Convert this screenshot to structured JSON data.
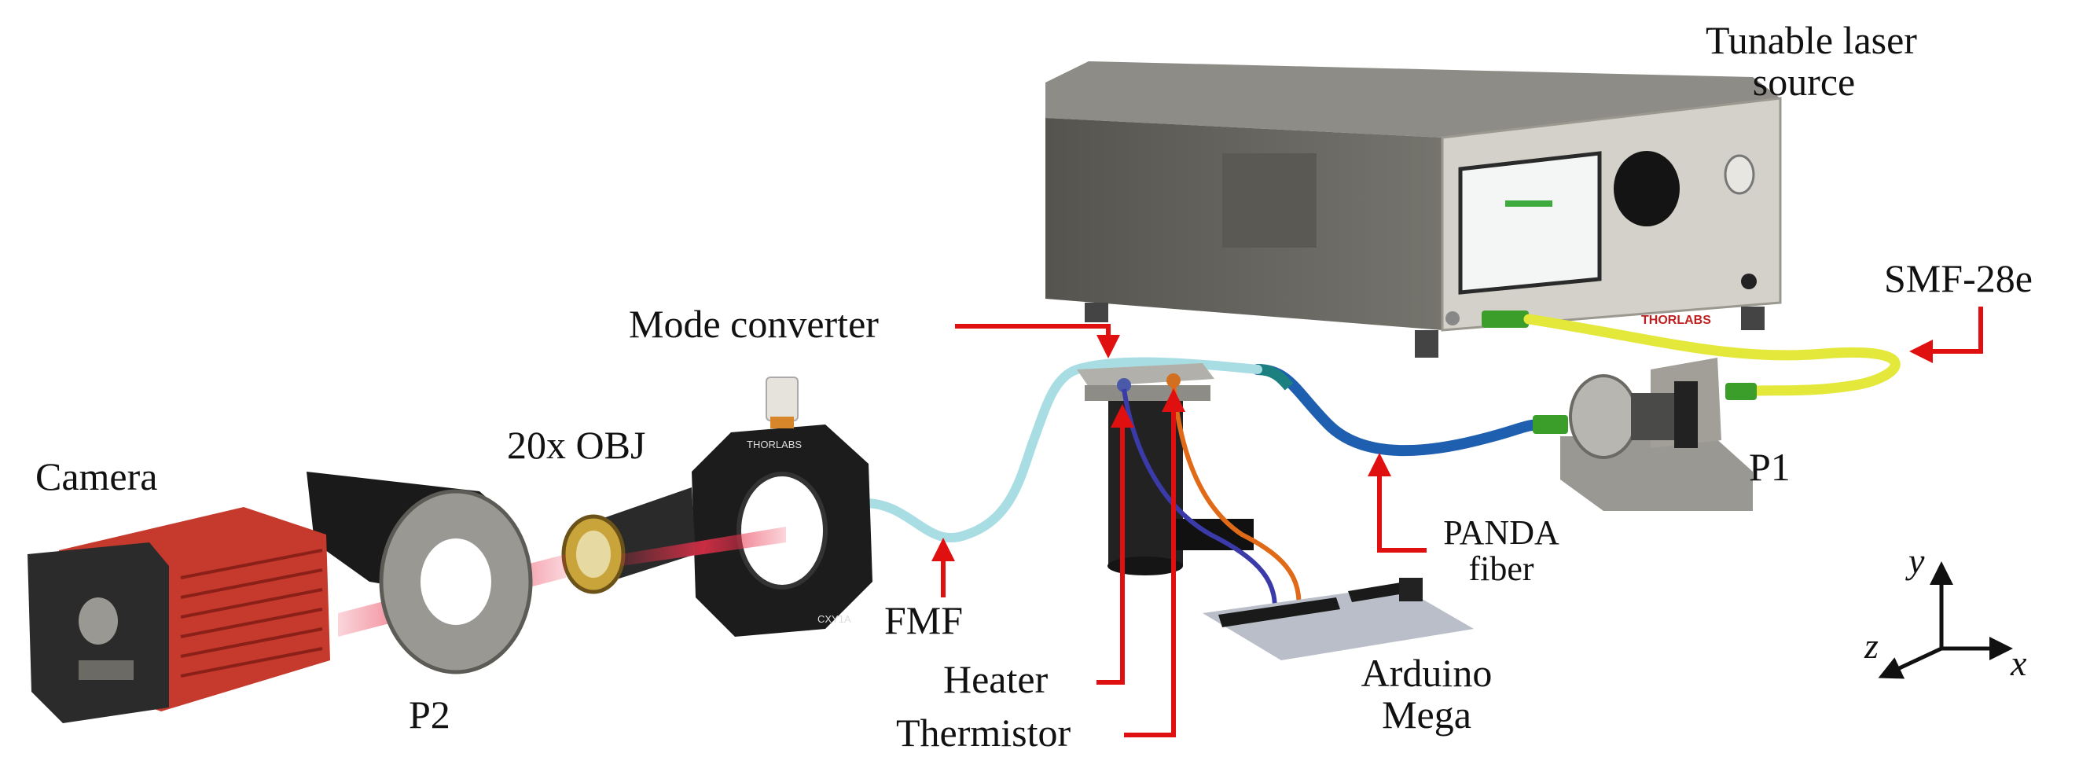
{
  "labels": {
    "laser_source_line1": "Tunable laser",
    "laser_source_line2": "source",
    "smf": "SMF-28e",
    "mode_converter": "Mode converter",
    "p1": "P1",
    "panda_line1": "PANDA",
    "panda_line2": "fiber",
    "obj": "20x OBJ",
    "camera": "Camera",
    "p2": "P2",
    "fmf": "FMF",
    "heater": "Heater",
    "thermistor": "Thermistor",
    "arduino_line1": "Arduino",
    "arduino_line2": "Mega"
  },
  "device_marks": {
    "laser_brand": "THORLABS",
    "mount_brand": "THORLABS",
    "mount_model": "CXY1A"
  },
  "axes": {
    "x": "x",
    "y": "y",
    "z": "z"
  },
  "colors": {
    "annotation_arrow": "#e01010",
    "smf_fiber": "#e4e83a",
    "fmf_fiber": "#a8dde4",
    "panda_fiber": "#1f5fb0",
    "laser_beam": "#e0203c",
    "camera_body": "#c63a2e"
  }
}
